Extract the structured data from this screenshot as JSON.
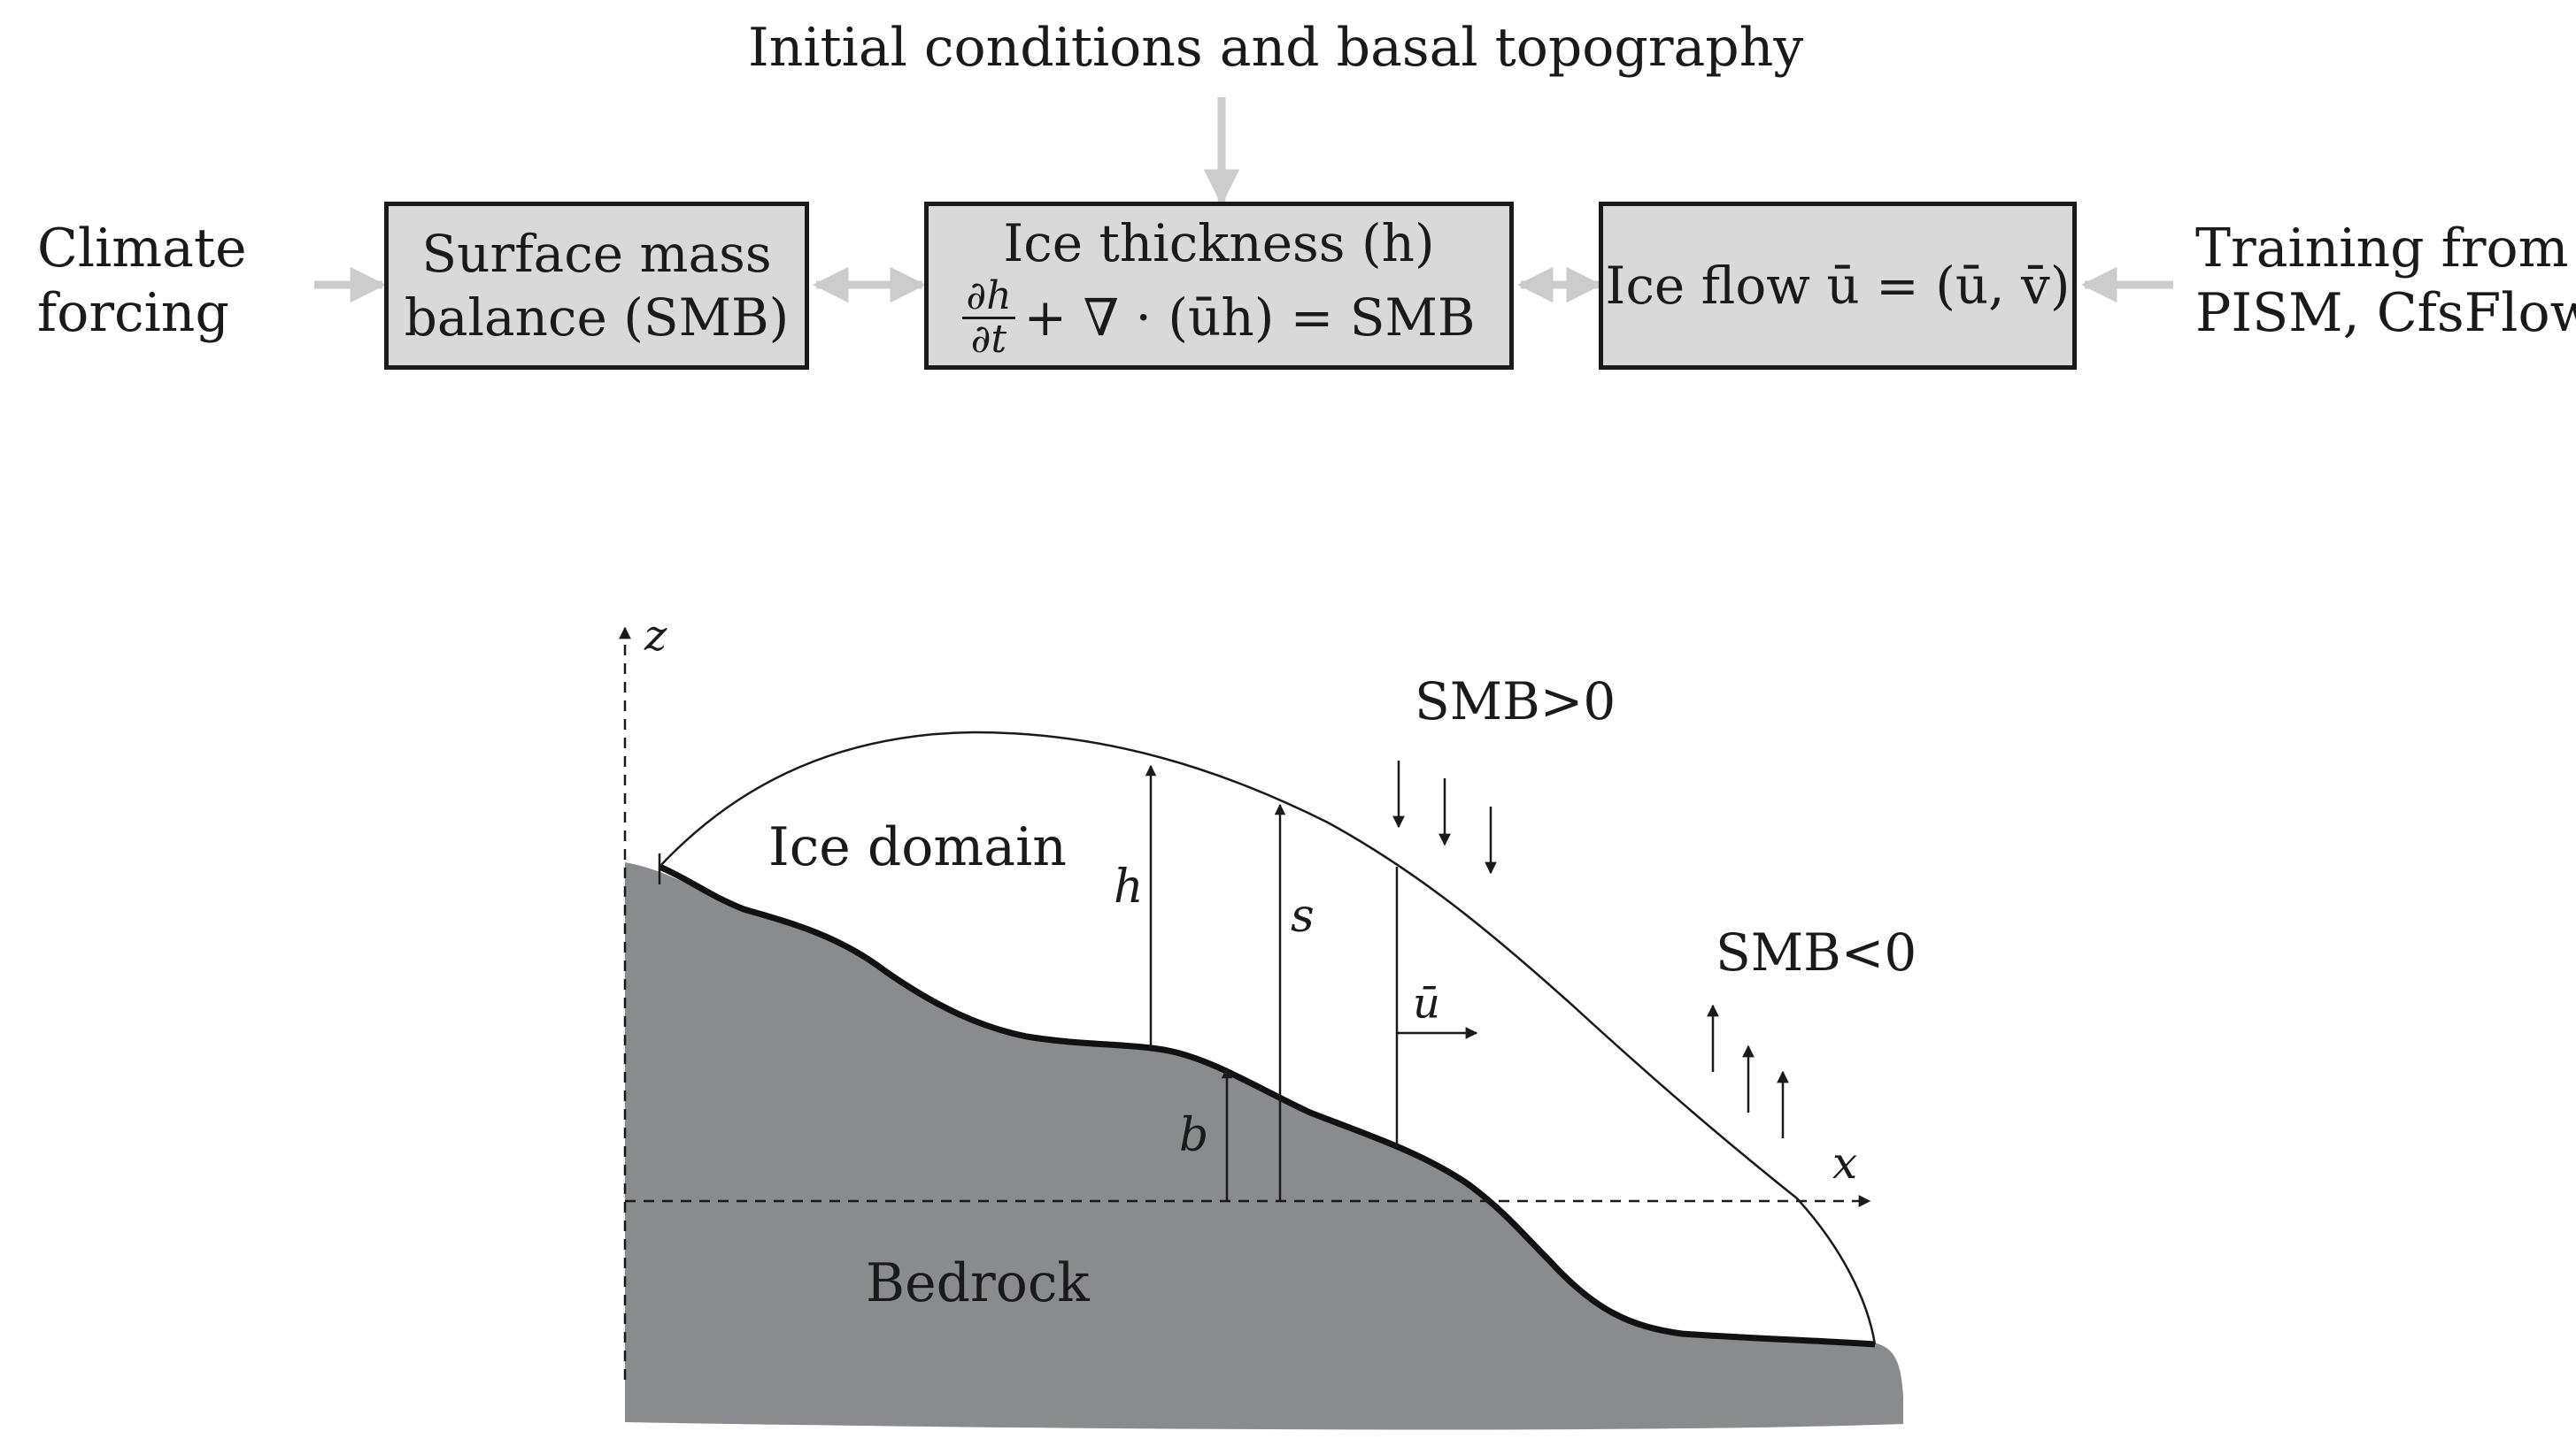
{
  "flowchart": {
    "top_input": "Initial conditions and basal topography",
    "left_input": {
      "line1": "Climate",
      "line2": "forcing"
    },
    "right_input": {
      "line1": "Training from",
      "line2": "PISM, CfsFlow"
    },
    "box_smb": {
      "line1": "Surface mass",
      "line2": "balance (SMB)"
    },
    "box_thickness": {
      "line1": "Ice thickness (h)",
      "frac_num": "∂h",
      "frac_den": "∂t",
      "eq_rest": "+ ∇ · (ūh) = SMB"
    },
    "box_flow": {
      "text": "Ice flow ū = (ū, v̄)"
    },
    "arrow_color": "#cccccc",
    "box_fill": "#d9d9d9"
  },
  "cross_section": {
    "labels": {
      "z_axis": "z",
      "x_axis": "x",
      "ice_domain": "Ice domain",
      "bedrock": "Bedrock",
      "h": "h",
      "s": "s",
      "b": "b",
      "u_bar": "ū",
      "smb_pos": "SMB>0",
      "smb_neg": "SMB<0"
    },
    "bedrock_color": "#8a8b8e"
  }
}
